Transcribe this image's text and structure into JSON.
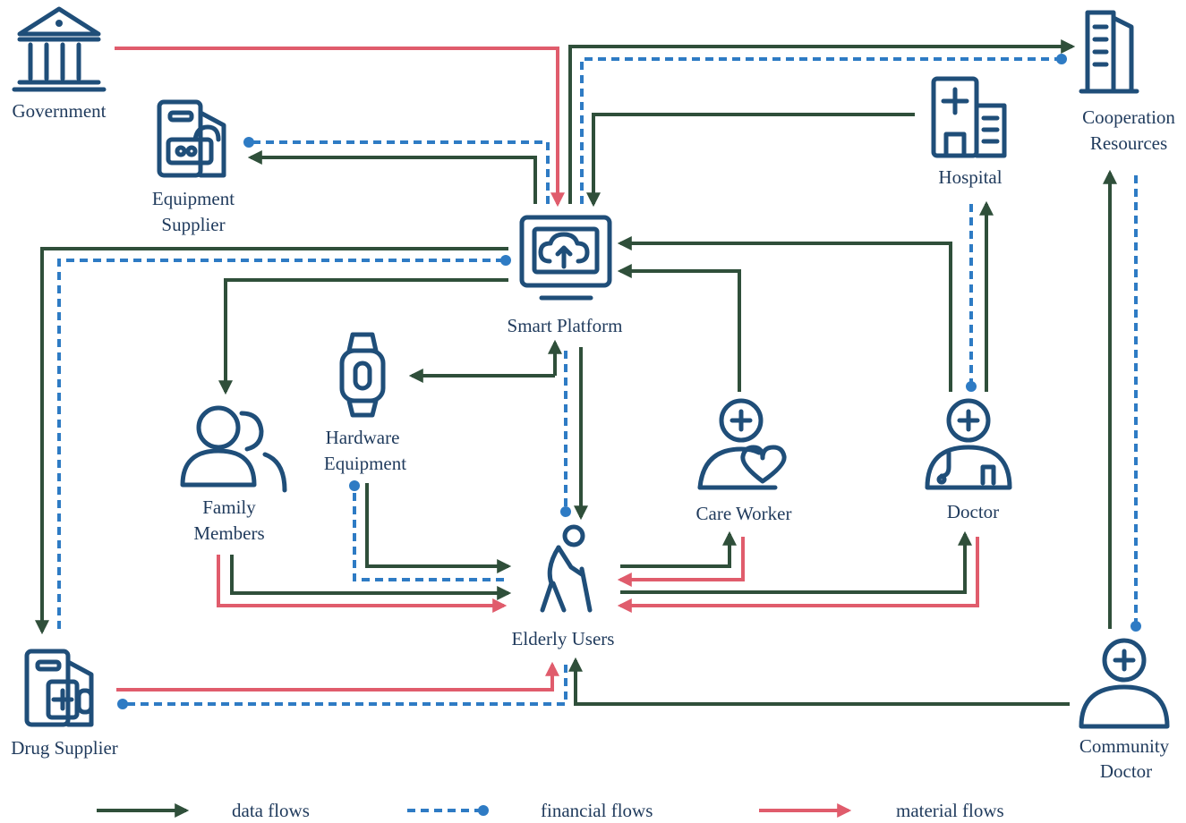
{
  "nodes": {
    "government": "Government",
    "equipment_supplier": [
      "Equipment",
      "Supplier"
    ],
    "smart_platform": "Smart Platform",
    "hospital": "Hospital",
    "cooperation_resources": [
      "Cooperation",
      "Resources"
    ],
    "family_members": [
      "Family",
      "Members"
    ],
    "hardware_equipment": [
      "Hardware",
      "Equipment"
    ],
    "care_worker": "Care Worker",
    "doctor": "Doctor",
    "elderly_users": "Elderly Users",
    "drug_supplier": "Drug Supplier",
    "community_doctor": [
      "Community",
      "Doctor"
    ]
  },
  "legend": {
    "data_flows": "data flows",
    "financial_flows": "financial flows",
    "material_flows": "material flows"
  },
  "colors": {
    "data_flow": "#2f4f3a",
    "financial_flow": "#2e7bc4",
    "material_flow": "#e05c6c",
    "icon": "#1f4e79",
    "label": "#1f3a5c"
  },
  "icons": {
    "government": "government-building-icon",
    "equipment_supplier": "equipment-supplier-icon",
    "smart_platform": "cloud-monitor-icon",
    "hospital": "hospital-icon",
    "cooperation_resources": "office-building-icon",
    "family_members": "family-users-icon",
    "hardware_equipment": "smartwatch-icon",
    "care_worker": "care-worker-icon",
    "doctor": "doctor-icon",
    "elderly_users": "elderly-person-icon",
    "drug_supplier": "drug-supplier-icon",
    "community_doctor": "community-doctor-icon"
  }
}
